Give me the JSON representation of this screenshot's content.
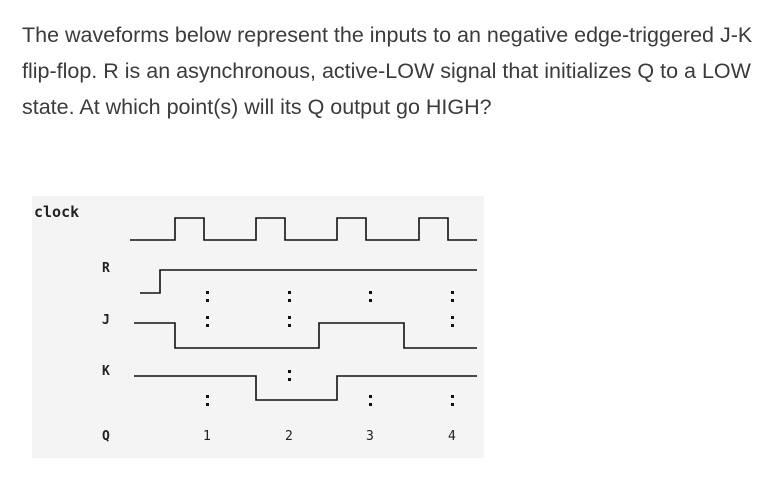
{
  "question": {
    "text": "The waveforms below represent the inputs to an negative edge-triggered J-K flip-flop. R is an asynchronous, active-LOW signal that initializes Q to a LOW state. At which point(s) will its Q output go HIGH?"
  },
  "diagram": {
    "signals": {
      "clock": "clock",
      "r": "R",
      "j": "J",
      "k": "K",
      "q": "Q"
    },
    "points": [
      "1",
      "2",
      "3",
      "4"
    ],
    "colors": {
      "background": "#f4f4f4",
      "wave": "#111111",
      "text": "#3b3b3b"
    }
  }
}
